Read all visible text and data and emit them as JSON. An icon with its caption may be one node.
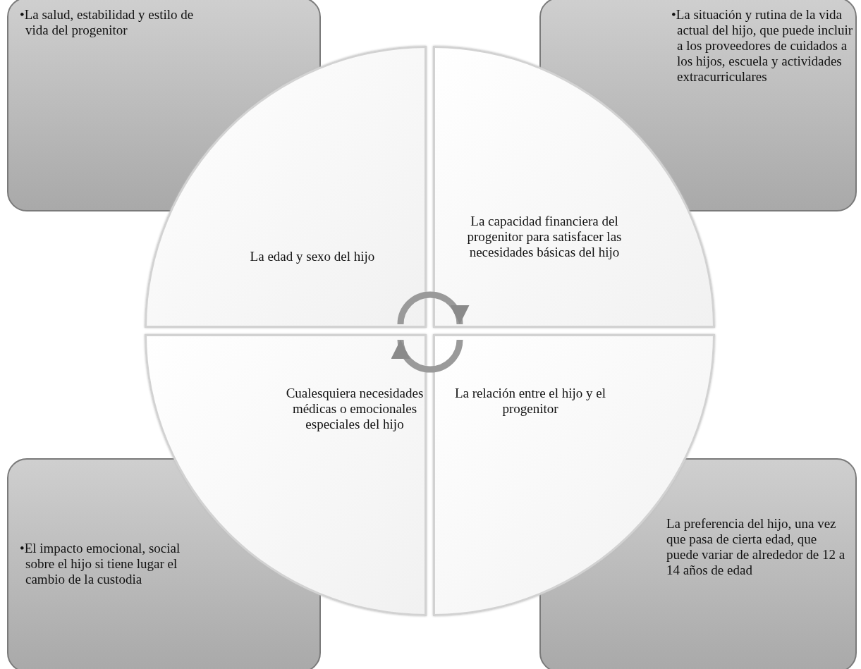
{
  "diagram": {
    "nodes": [
      {
        "text": [
          "•La salud, estabilidad y estilo de vida del progenitor"
        ]
      },
      {
        "text": [
          "•La situación y rutina de la vida actual del hijo, que puede incluir a los proveedores de cuidados a los hijos, escuela y actividades extracurriculares"
        ]
      },
      {
        "text": [
          "La edad y sexo del hijo"
        ]
      },
      {
        "text": [
          "La capacidad financiera del progenitor para satisfacer las necesidades básicas del hijo"
        ]
      },
      {
        "text": [
          "Cualesquiera necesidades médicas o emocionales especiales del hijo"
        ]
      },
      {
        "text": [
          "La relación entre el hijo y el progenitor"
        ]
      },
      {
        "text": [
          "•El impacto emocional, social sobre el hijo si tiene lugar el cambio de la custodia"
        ]
      },
      {
        "text": [
          "La preferencia del hijo, una vez que pasa de cierta edad, que puede variar de alrededor de 12 a 14 años de edad"
        ]
      }
    ],
    "edges": [
      {
        "from": 2,
        "to": 3,
        "arrow": "to"
      },
      {
        "from": 5,
        "to": 4,
        "arrow": "to"
      }
    ]
  }
}
